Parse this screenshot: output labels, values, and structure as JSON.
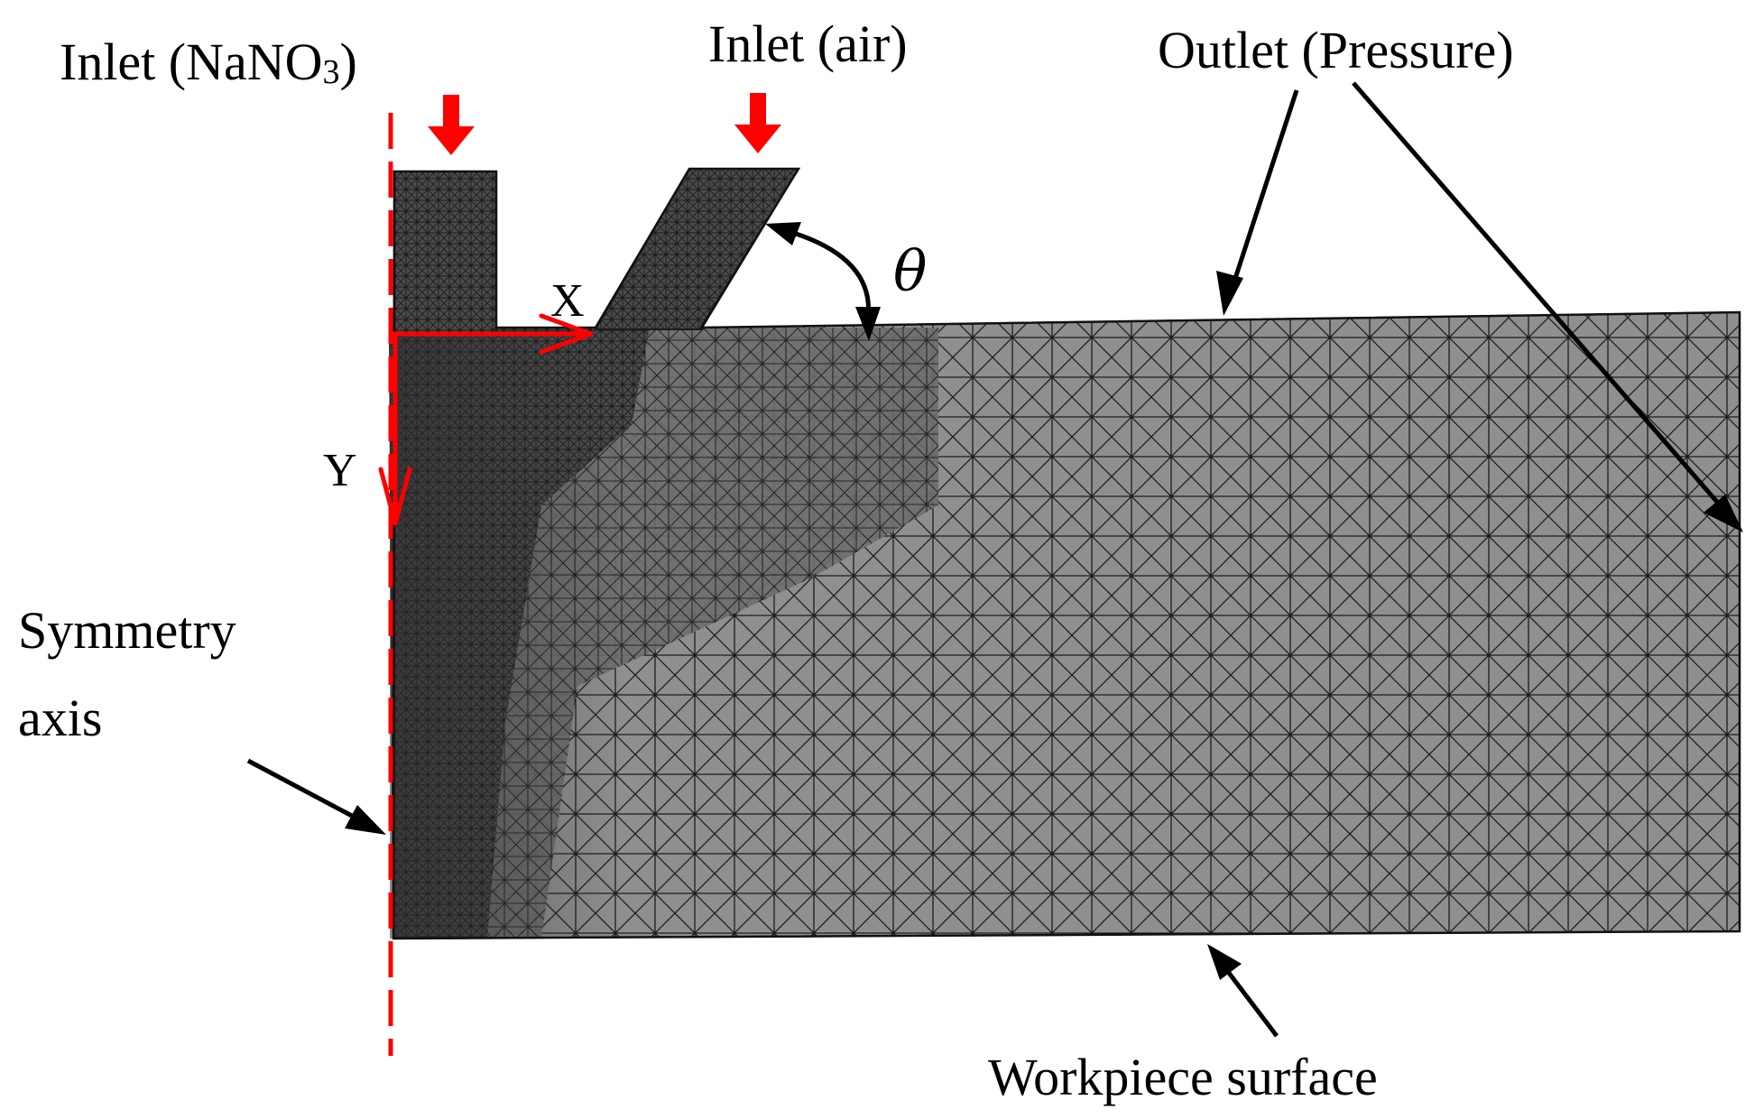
{
  "labels": {
    "inlet_nano3_prefix": "Inlet (NaNO",
    "inlet_nano3_sub": "3",
    "inlet_nano3_suffix": ")",
    "inlet_air": "Inlet (air)",
    "outlet": "Outlet (Pressure)",
    "theta": "θ",
    "x_axis": "X",
    "y_axis": "Y",
    "symmetry_line1": "Symmetry",
    "symmetry_line2": "axis",
    "workpiece": "Workpiece surface"
  },
  "colors": {
    "mesh_fill": "#8f8f8f",
    "mesh_dense": "#3a3a3a",
    "mesh_line": "#1a1a1a",
    "axis_red": "#ff0000",
    "arrow_black": "#000000"
  }
}
